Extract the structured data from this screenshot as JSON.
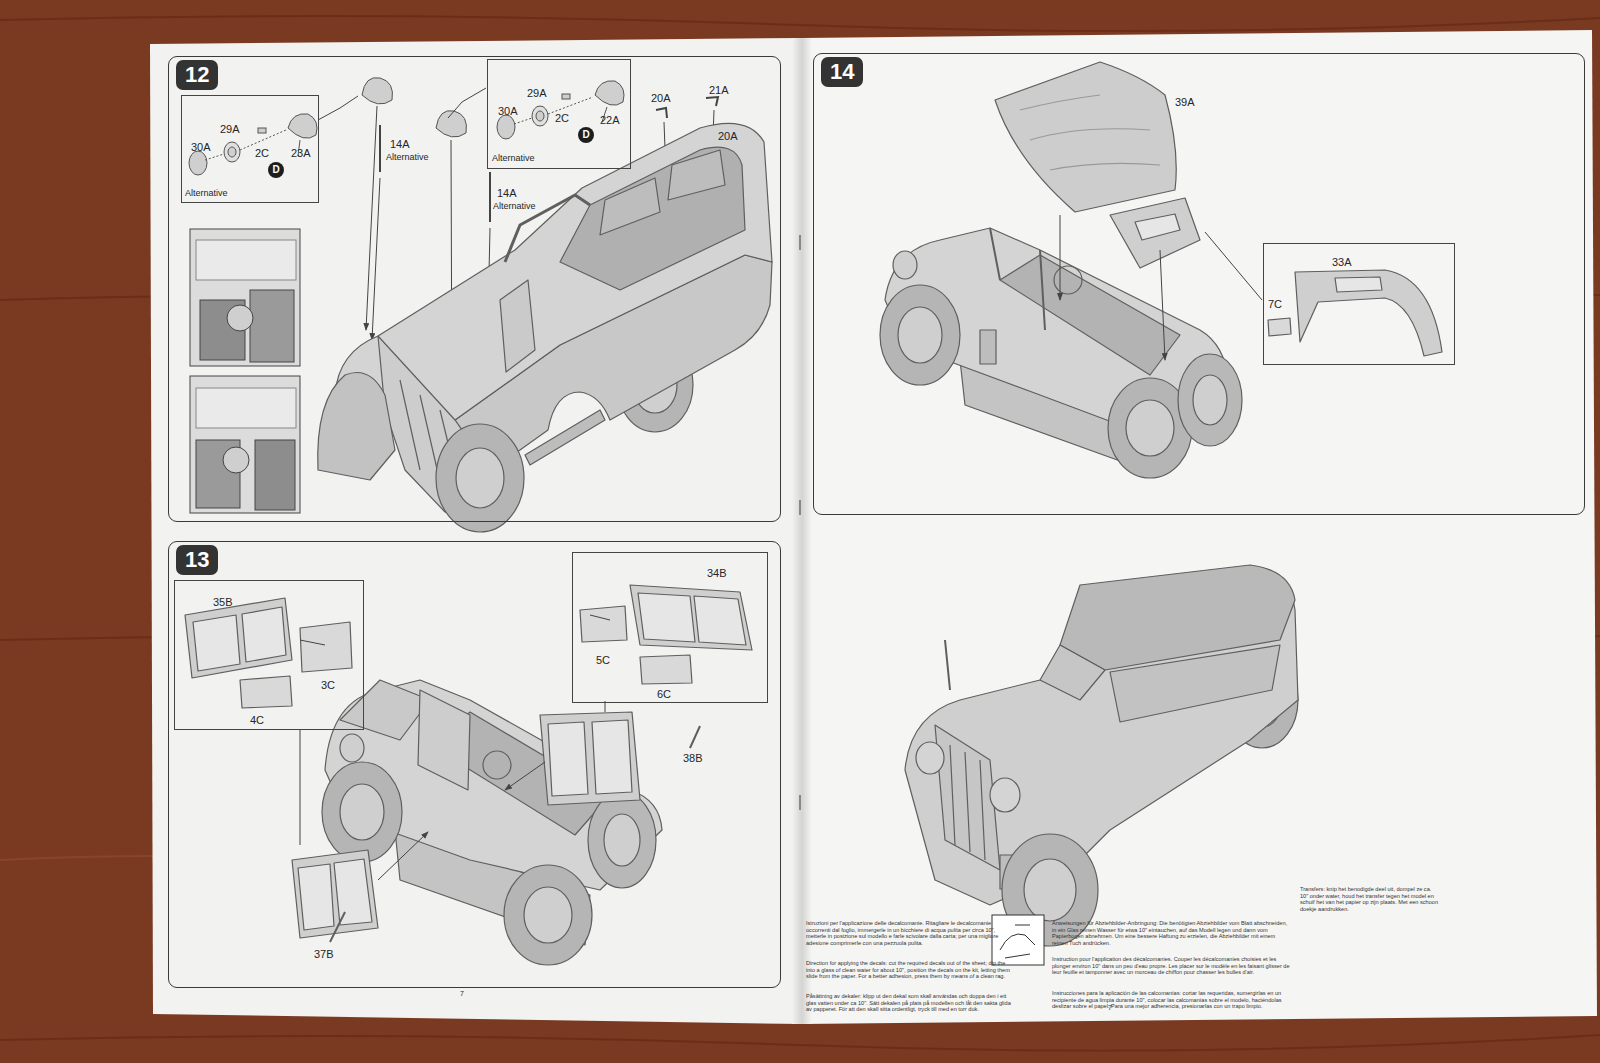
{
  "diagram": {
    "nodes": [
      {
        "text": [
          "12"
        ]
      },
      {
        "text": [
          "29A",
          "30A",
          "2C",
          "23A",
          "Alternative"
        ],
        "in": 0
      },
      {
        "text": [
          "D"
        ],
        "in": 1
      },
      {
        "text": [
          "29A",
          "30A",
          "2C",
          "22A",
          "Alternative"
        ],
        "in": 0
      },
      {
        "text": [
          "D"
        ],
        "in": 3
      },
      {
        "text": [
          "13"
        ]
      },
      {
        "text": [
          "35B",
          "3C",
          "4C"
        ],
        "in": 5
      },
      {
        "text": [
          "34B",
          "5C",
          "6C"
        ],
        "in": 5
      },
      {
        "text": [
          "14"
        ]
      },
      {
        "text": [
          "33A",
          "7C"
        ],
        "in": 8
      }
    ],
    "labels": [
      "14A",
      "Alternative",
      "14A",
      "Alternative",
      "20A",
      "21A",
      "20A",
      "38B",
      "37B",
      "7",
      "39A",
      "Istruzioni per l'applicazione delle decalcomanie. Ritagliare le decalcomanie occorrenti dal foglio, immergerle in un bicchiere di acqua pulita per circa 10\", metterle in posizione sul modello e farle scivolare dalla carta; per una migliore adesione comprimerle con una pezzuola pulita.",
      "Direction for applying the decals: cut the required decals out of the sheet; dip the into a glass of clean water for about 10\", position the decals on the kit, letting them slide from the paper. For a better adhesion, press them by means of a clean rag.",
      "Påsättning av dekaler: klipp ut den dekal som skall användas och doppa den i ett glas vatten under ca 10\". Sätt dekalen på plats på modellen och låt den sakta glida av papperet. För att den skall sitta ordentligt, tryck till med en torr duk.",
      "Anweisungen für Abziehbilder-Anbringung: Die benötigten Abziehbilder vom Blatt abschneiden, in ein Glas reinen Wasser für etwa 10\" eintauchen, auf das Modell legen und dann vom Papierbogen abnehmen. Um eine bessere Haftung zu erzielen, die Abziehbilder mit einem reinen Tuch andrücken.",
      "Instruction pour l'application des décalcomanies. Couper les décalcomanies choisies et les plonger environ 10\" dans un peu d'eau propre. Les placer sur le modèle en les faisant glisser de leur feuille et tamponner avec un morceau de chiffon pour chasser les bulles d'air.",
      "Instrucciones para la aplicación de las calcomanías: cortar las requeridas, sumergirlas en un recipiente de agua limpia durante 10\", colocar las calcomanías sobre el modelo, haciéndolas deslizar sobre el papel. Para una mejor adherencia, presionarlas con un trapo limpio.",
      "Transfers: knip het benodigde deel uit, dompel ze ca. 10\" onder water, houd het transfer tegen het model en schuif het van het papier op zijn plaats. Met een schoon doekje aandrukken.",
      "7"
    ]
  }
}
